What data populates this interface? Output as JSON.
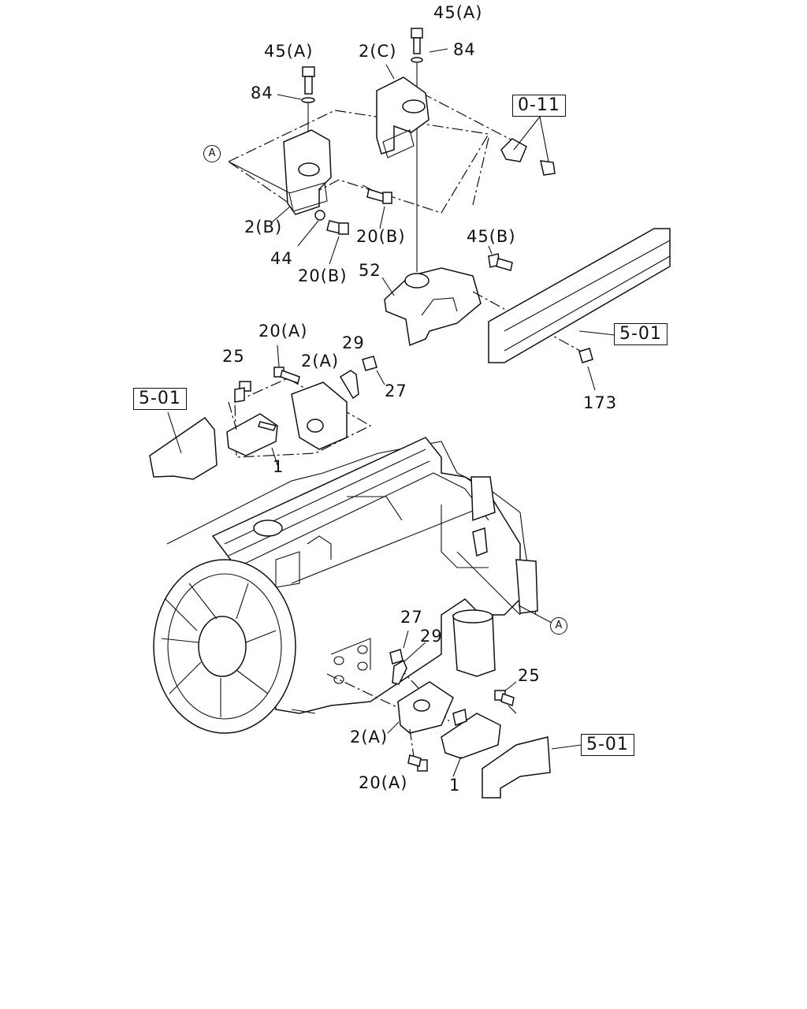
{
  "labels": {
    "l45a_top": "45(A)",
    "l84_top": "84",
    "l2c": "2(C)",
    "l45a_left": "45(A)",
    "l84_left": "84",
    "lA_top": "A",
    "l2b": "2(B)",
    "l44": "44",
    "l20b_left": "20(B)",
    "l20b_mid": "20(B)",
    "l45b": "45(B)",
    "l52": "52",
    "l173": "173",
    "l20a_top": "20(A)",
    "l25_top": "25",
    "l2a_top": "2(A)",
    "l29_top": "29",
    "l27_top": "27",
    "l1_top": "1",
    "lA_right": "A",
    "l27_bot": "27",
    "l29_bot": "29",
    "l25_bot": "25",
    "l2a_bot": "2(A)",
    "l20a_bot": "20(A)",
    "l1_bot": "1"
  },
  "refs": {
    "r011": "0-11",
    "r501_right": "5-01",
    "r501_left": "5-01",
    "r501_bot": "5-01"
  }
}
